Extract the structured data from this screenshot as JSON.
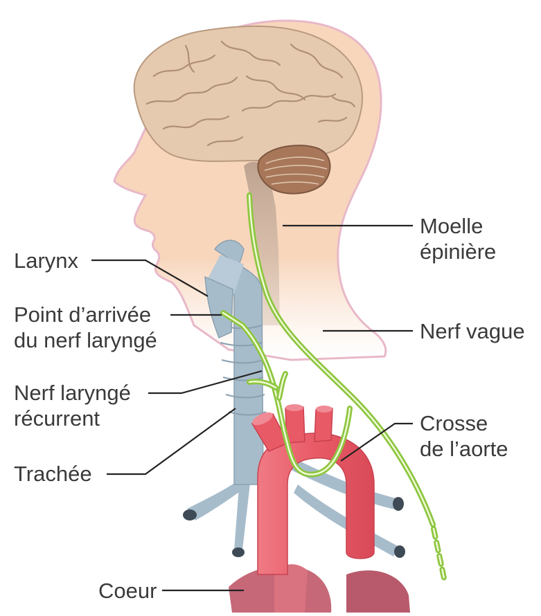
{
  "labels": {
    "larynx": "Larynx",
    "point_arrivee": "Point d’arrivée\ndu nerf laryngé",
    "nerf_recurrent": "Nerf laryngé\nrécurrent",
    "trachee": "Trachée",
    "coeur": "Coeur",
    "moelle": "Moelle\népinière",
    "nerf_vague": "Nerf vague",
    "crosse": "Crosse\nde l’aorte"
  },
  "colors": {
    "skin": "#f8d6bc",
    "skin_outline": "#e8b8c8",
    "brain": "#e5cab0",
    "cerebellum": "#a8775a",
    "spinal_cord": "#c4aa96",
    "trachea": "#a7bccb",
    "aorta": "#e85a66",
    "heart": "#c66878",
    "nerve": "#8dc63f",
    "nerve_core": "#f0f9d8",
    "leader": "#222222",
    "text": "#3a3a3a"
  }
}
